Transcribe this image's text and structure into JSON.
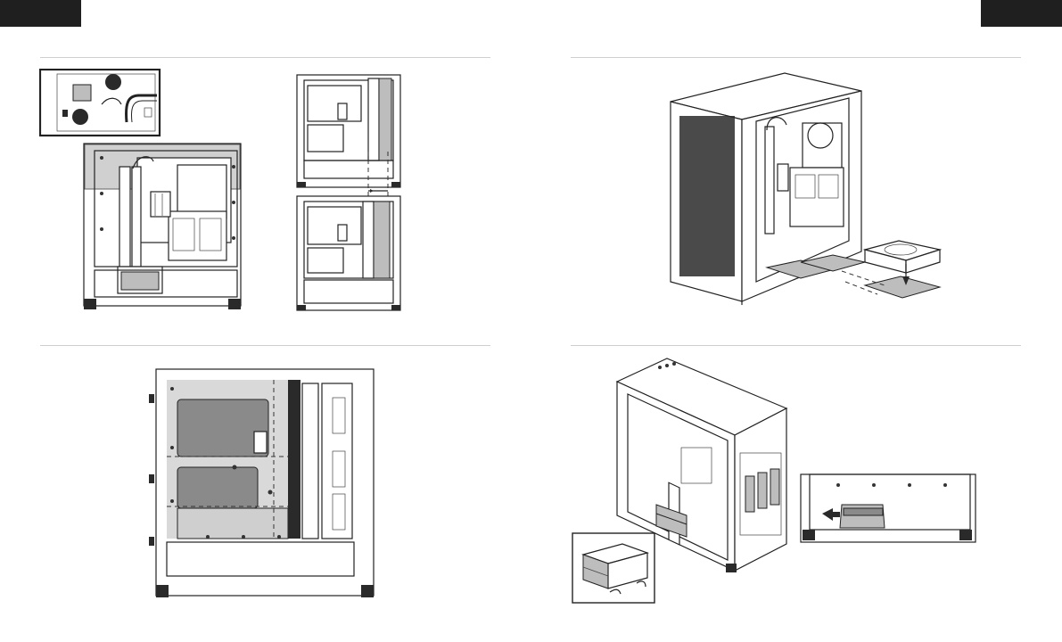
{
  "pages": {
    "left": {
      "tab_color": "#1f1f1f"
    },
    "right": {
      "tab_color": "#1f1f1f"
    }
  },
  "figures": [
    {
      "id": "radiator-mount-detail",
      "icon": "case-side-view-with-zoom-inset"
    },
    {
      "id": "tray-before-after",
      "icon": "case-side-views-stacked"
    },
    {
      "id": "side-panel-shaded",
      "icon": "case-side-view-highlighted"
    },
    {
      "id": "drive-cage-install",
      "icon": "case-isometric-hdd"
    },
    {
      "id": "drive-cage-removal",
      "icon": "case-isometric-cage"
    }
  ],
  "colors": {
    "line": "#222222",
    "shade": "#bdbdbd",
    "dark_shade": "#8a8a8a",
    "rule": "#cfcfcf"
  }
}
